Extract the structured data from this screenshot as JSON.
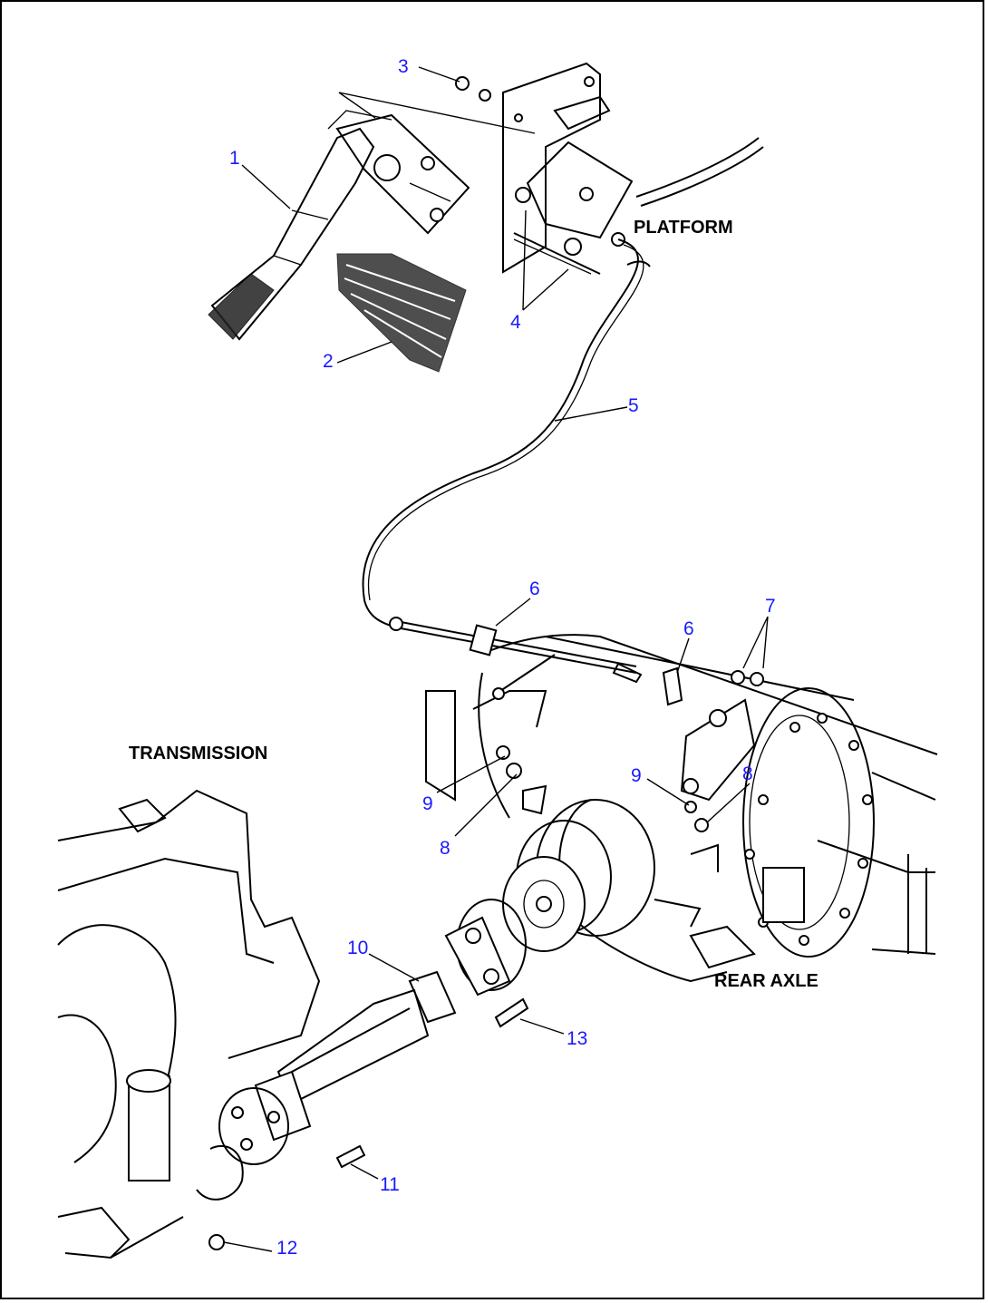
{
  "labels": {
    "platform": "PLATFORM",
    "transmission": "TRANSMISSION",
    "rear_axle": "REAR AXLE"
  },
  "parts": [
    {
      "id": "1",
      "text": "1"
    },
    {
      "id": "2",
      "text": "2"
    },
    {
      "id": "3",
      "text": "3"
    },
    {
      "id": "4",
      "text": "4"
    },
    {
      "id": "5",
      "text": "5"
    },
    {
      "id": "6a",
      "text": "6"
    },
    {
      "id": "6b",
      "text": "6"
    },
    {
      "id": "7",
      "text": "7"
    },
    {
      "id": "8a",
      "text": "8"
    },
    {
      "id": "8b",
      "text": "8"
    },
    {
      "id": "9a",
      "text": "9"
    },
    {
      "id": "9b",
      "text": "9"
    },
    {
      "id": "10",
      "text": "10"
    },
    {
      "id": "11",
      "text": "11"
    },
    {
      "id": "12",
      "text": "12"
    },
    {
      "id": "13",
      "text": "13"
    }
  ],
  "colors": {
    "part_number": "#1a1aff",
    "line_art": "#000000",
    "background": "#ffffff"
  }
}
